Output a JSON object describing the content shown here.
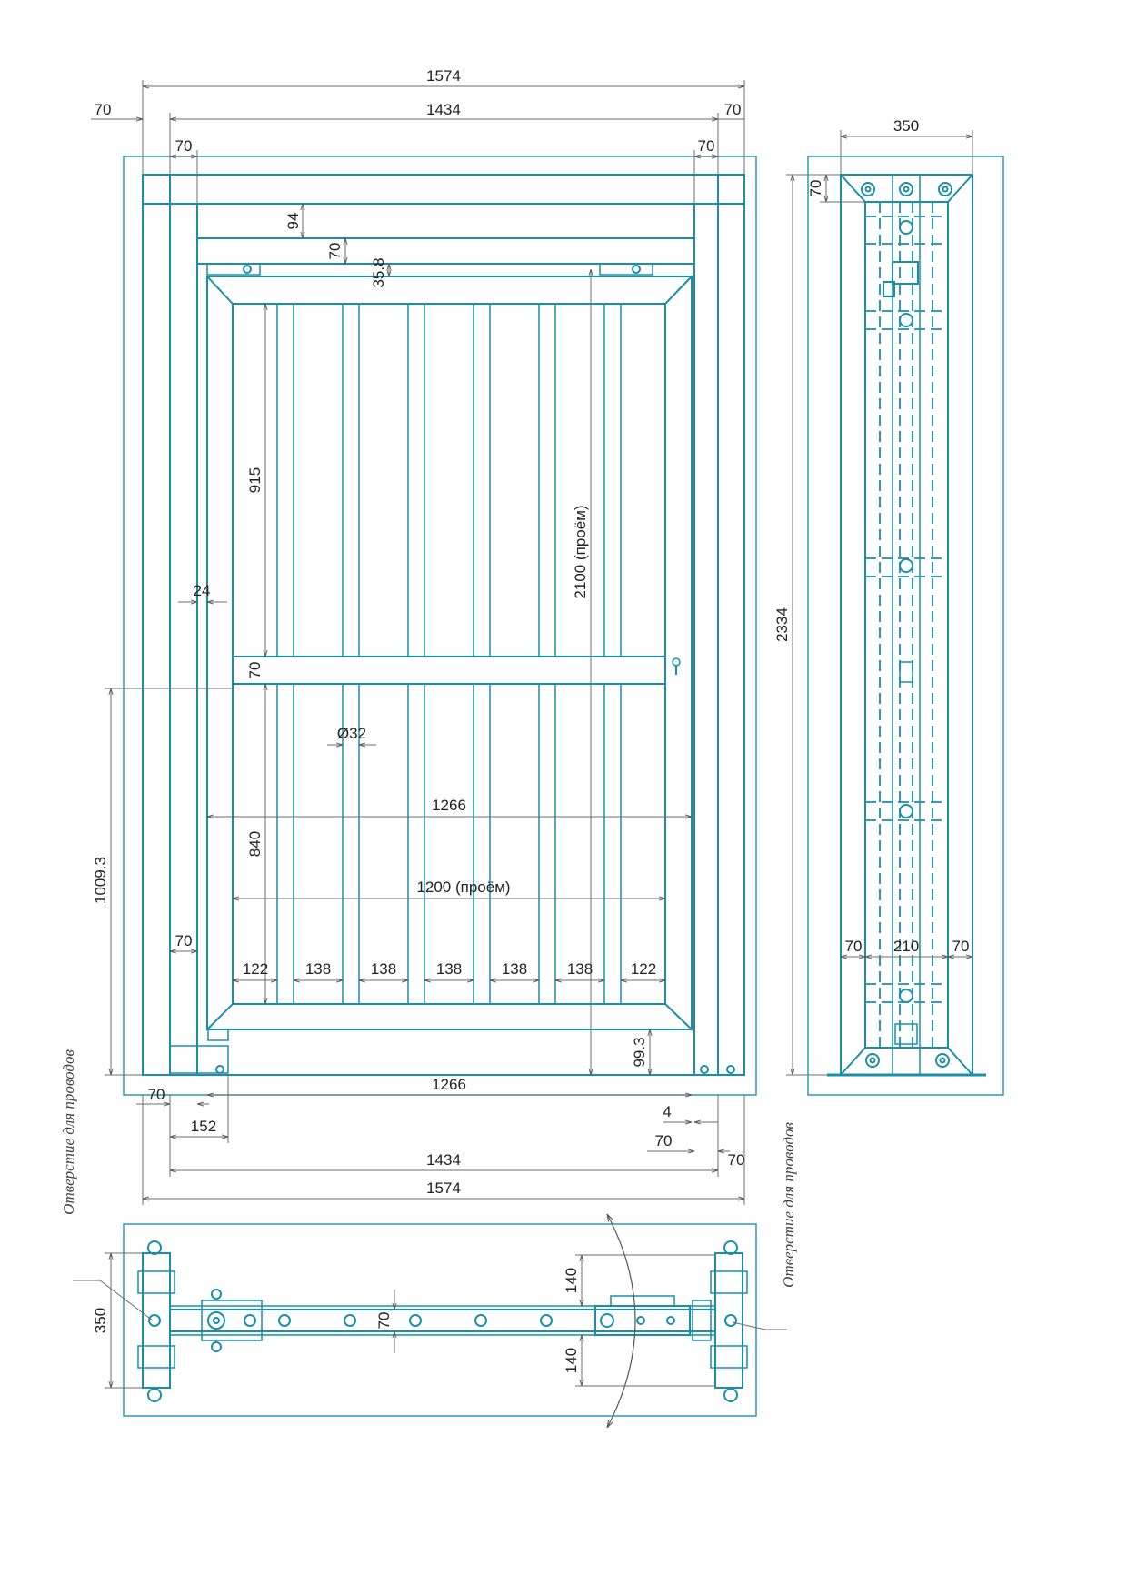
{
  "colors": {
    "frame": "#1c8fa8",
    "box": "#2a9bb3",
    "dim": "#6e6e6e",
    "text": "#222222"
  },
  "front": {
    "w_total": "1574",
    "w_inner": "1434",
    "side_left": "70",
    "side_right": "70",
    "post_left": "70",
    "post_right": "70",
    "top_gap": "94",
    "top_bar": "70",
    "top_small": "35.8",
    "upper_panel": "915",
    "opening_h": "2100 (проём)",
    "gap_side": "24",
    "mid_bar": "70",
    "rod_dia": "Ø32",
    "leaf_w": "1266",
    "lower_panel": "840",
    "opening_w": "1200 (проём)",
    "height_1009": "1009.3",
    "post_w_low": "70",
    "bottom_gap": "99.3",
    "total_h": "2334",
    "rod_spacing": [
      "122",
      "138",
      "138",
      "138",
      "138",
      "138",
      "122"
    ]
  },
  "bottom_dims": {
    "left70": "70",
    "leaf_w": "1266",
    "d4": "4",
    "d152": "152",
    "d70": "70",
    "w1434": "1434",
    "r70": "70",
    "w1574": "1574"
  },
  "side": {
    "width": "350",
    "top": "70",
    "segments": [
      "70",
      "210",
      "70"
    ]
  },
  "plan": {
    "depth": "350",
    "up": "140",
    "bar": "70",
    "down": "140"
  },
  "notes": {
    "wire_hole_left": "Отверстие для проводов",
    "wire_hole_right": "Отверстие для проводов"
  }
}
